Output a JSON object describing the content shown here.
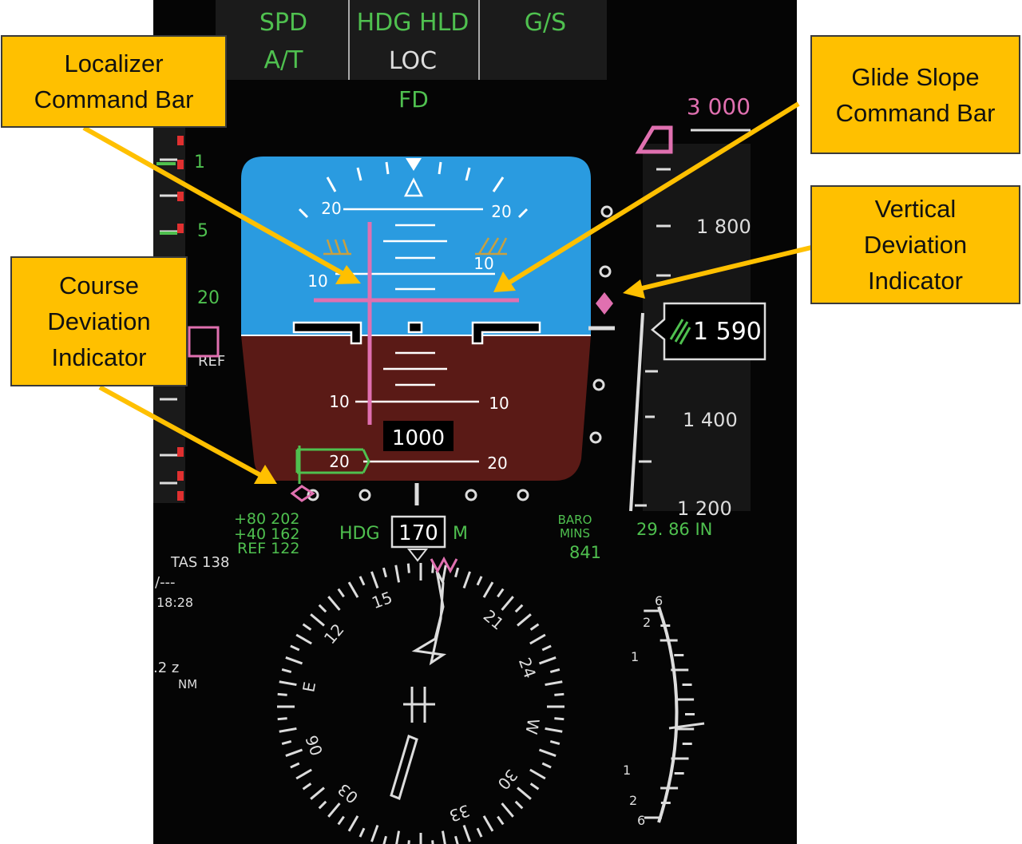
{
  "fma": {
    "col1": [
      "SPD",
      "A/T"
    ],
    "col2": [
      "HDG HLD",
      "LOC"
    ],
    "col3": [
      "G/S"
    ],
    "fd": "FD"
  },
  "adi": {
    "pitch_labels": [
      "20",
      "20",
      "10",
      "10",
      "10",
      "10",
      "20",
      "20"
    ],
    "radio_altitude": "1000"
  },
  "speed_tape": {
    "labels": [
      "1",
      "5",
      "20",
      "REF"
    ]
  },
  "speeds": {
    "line1": "+80 202",
    "line2": "+40 162",
    "line3": "REF 122"
  },
  "left_info": {
    "tas": "TAS 138",
    "line2": "/---",
    "time": "18:28",
    "dist1": ".2 z",
    "dist2": "NM"
  },
  "heading": {
    "label": "HDG",
    "value": "170",
    "mode": "M"
  },
  "minimums": {
    "label1": "BARO",
    "label2": "MINS",
    "value": "841"
  },
  "altitude": {
    "selected": "3 000",
    "labels": [
      "1 800",
      "1 400",
      "1 200"
    ],
    "current": "1 590",
    "baro": "29. 86 IN"
  },
  "vsi": {
    "labels": [
      "6",
      "2",
      "1",
      "1",
      "2",
      "6"
    ]
  },
  "compass": {
    "labels": [
      "15",
      "12",
      "E",
      "06",
      "03",
      "33",
      "30",
      "W",
      "24",
      "21"
    ],
    "heading_deg": 170
  },
  "callouts": {
    "localizer": "Localizer\nCommand Bar",
    "glideslope": "Glide Slope\nCommand Bar",
    "vertical": "Vertical\nDeviation\nIndicator",
    "course": "Course\nDeviation\nIndicator"
  },
  "colors": {
    "callout": "#ffc000",
    "sky": "#2a9be0",
    "ground": "#5a1a16",
    "magenta": "#e070b0",
    "green": "#4fc04f"
  }
}
